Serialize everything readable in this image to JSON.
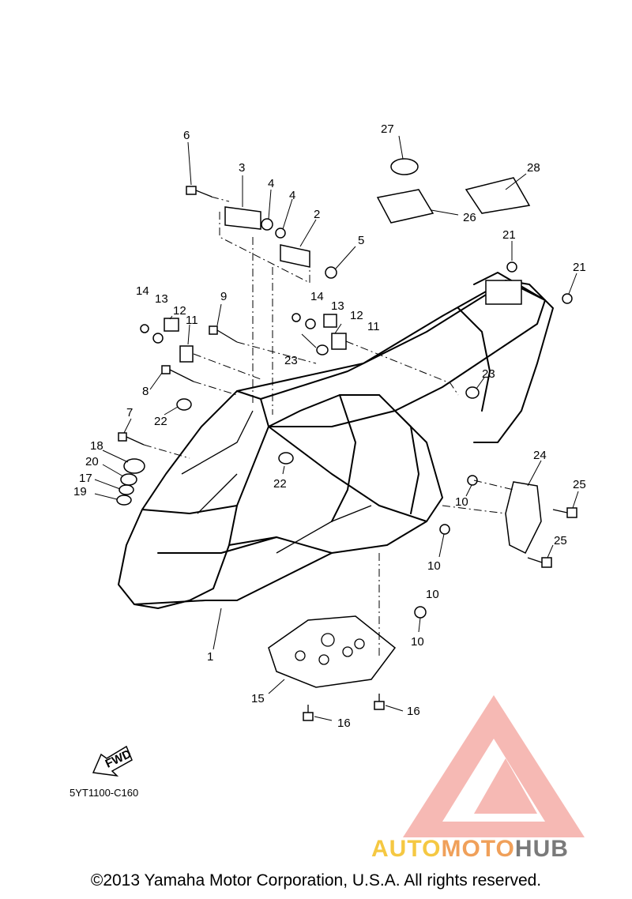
{
  "diagram": {
    "code": "5YT1100-C160",
    "fwd_label": "FWD",
    "copyright": "©2013 Yamaha Motor Corporation, U.S.A. All rights reserved.",
    "watermark": {
      "part1": "AUTO",
      "part2": "MOTO",
      "part3": "HUB",
      "color": "#f28b82"
    },
    "callouts": [
      "1",
      "2",
      "3",
      "4",
      "4",
      "5",
      "6",
      "7",
      "8",
      "9",
      "10",
      "10",
      "10",
      "10",
      "11",
      "11",
      "12",
      "12",
      "13",
      "13",
      "14",
      "14",
      "15",
      "16",
      "16",
      "17",
      "18",
      "19",
      "20",
      "21",
      "21",
      "22",
      "22",
      "23",
      "23",
      "24",
      "25",
      "25",
      "26",
      "27",
      "28"
    ]
  }
}
